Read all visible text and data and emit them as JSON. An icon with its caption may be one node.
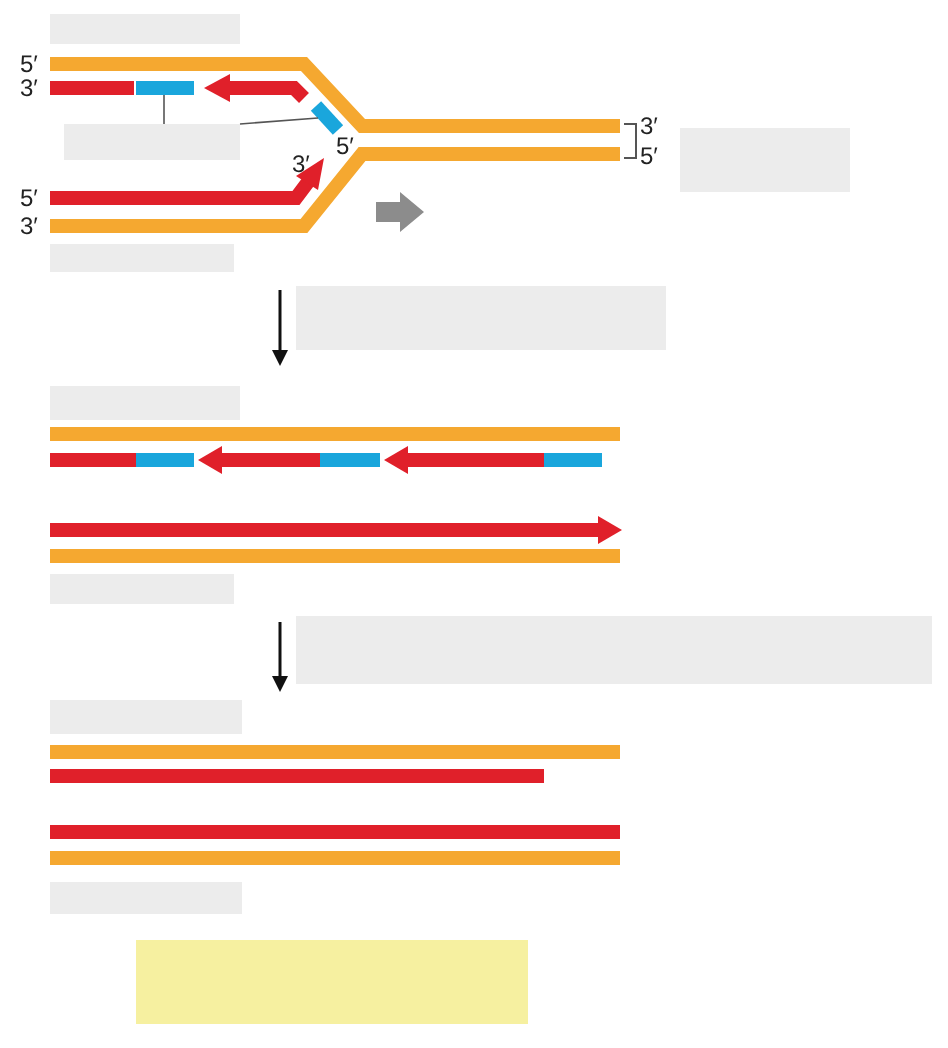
{
  "diagram": {
    "nodes": [
      {
        "text": [],
        "shape": "box"
      },
      {
        "text": [],
        "shape": "bar"
      },
      {
        "text": [],
        "shape": "bar"
      },
      {
        "text": [],
        "shape": "box"
      },
      {
        "text": [],
        "shape": "box"
      },
      {
        "text": [],
        "shape": "box"
      },
      {
        "text": [],
        "shape": "box"
      },
      {
        "text": [],
        "shape": "box"
      },
      {
        "text": [],
        "shape": "box"
      },
      {
        "text": [],
        "shape": "box"
      },
      {
        "text": [],
        "shape": "box"
      },
      {
        "text": [],
        "shape": "box"
      },
      {
        "text": [],
        "shape": "box"
      }
    ],
    "edges": [
      {
        "from": 3,
        "to": 1,
        "arrow": "none"
      },
      {
        "from": 3,
        "to": 2,
        "arrow": "none"
      }
    ],
    "labels": [
      "5′",
      "3′",
      "3′",
      "5′",
      "5′",
      "3′",
      "5′",
      "3′"
    ]
  }
}
